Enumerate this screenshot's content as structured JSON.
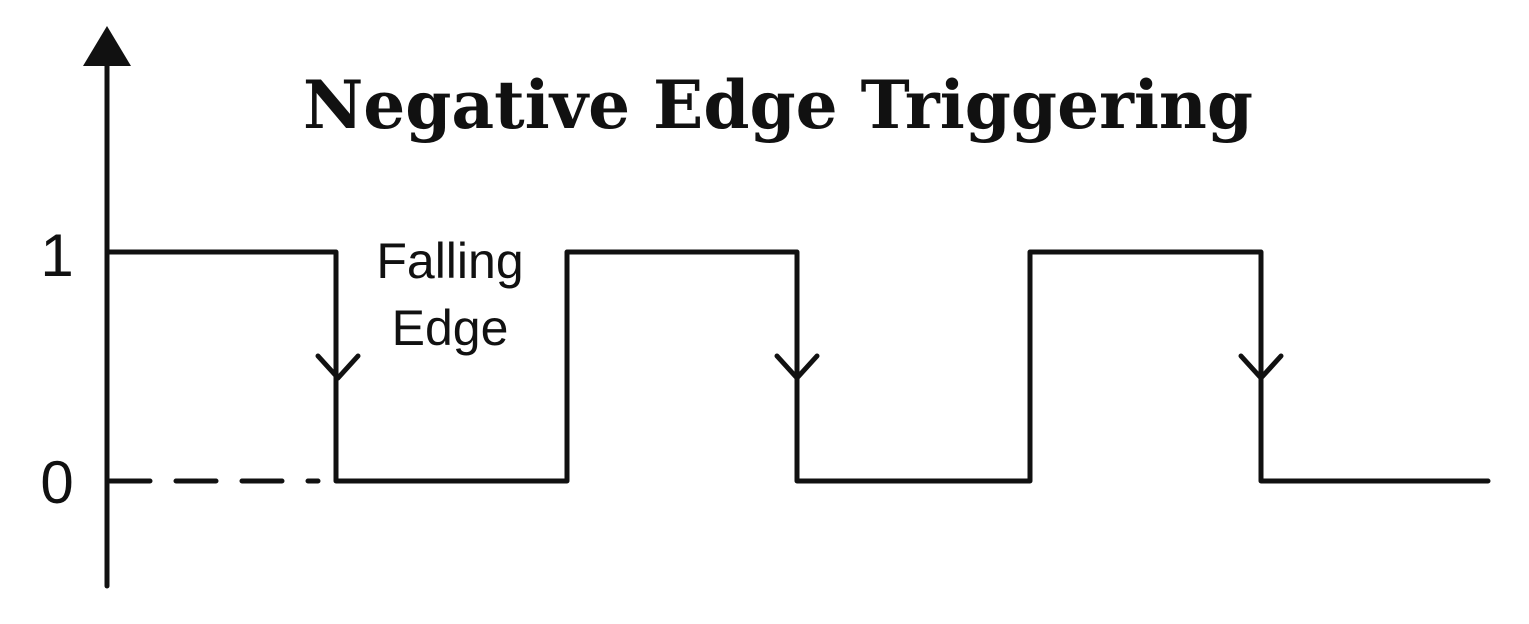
{
  "title": "Negative Edge Triggering",
  "levels": {
    "high": "1",
    "low": "0"
  },
  "annotation": {
    "line1": "Falling",
    "line2": "Edge"
  },
  "colors": {
    "ink": "#111111",
    "background": "#ffffff"
  },
  "signal": {
    "type": "square-wave",
    "falling_edges": 3,
    "rising_edges": 2,
    "edge_marker": "down-arrow"
  }
}
